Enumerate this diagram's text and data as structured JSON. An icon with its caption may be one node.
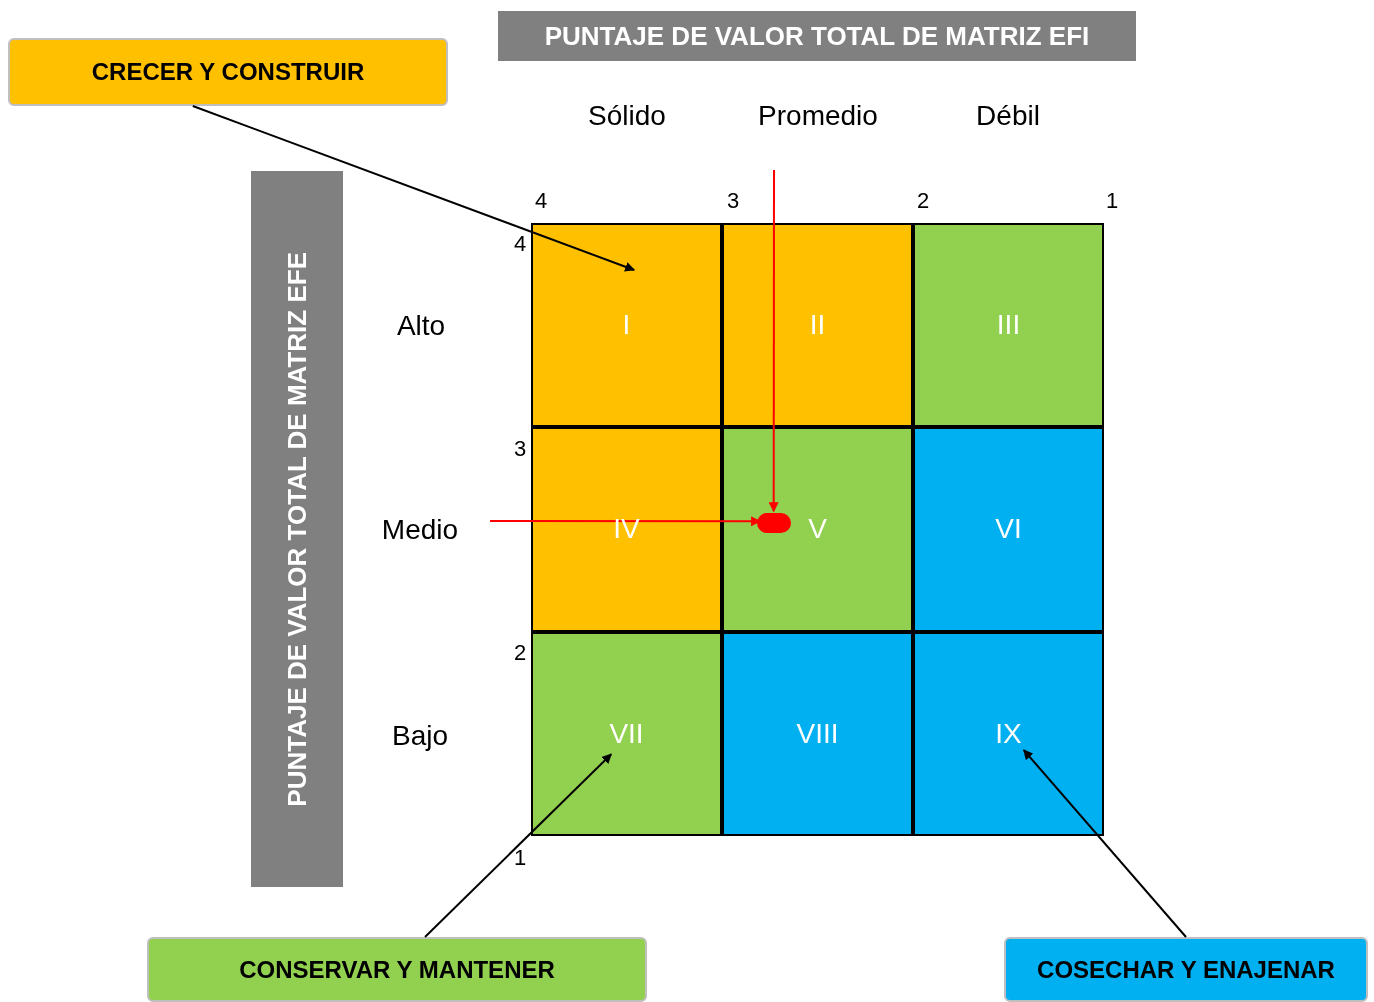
{
  "diagram": {
    "nodes": [
      {
        "text": [
          "CRECER Y CONSTRUIR"
        ]
      },
      {
        "text": [
          "PUNTAJE DE VALOR TOTAL DE MATRIZ EFI"
        ]
      },
      {
        "text": [
          "PUNTAJE DE VALOR TOTAL DE MATRIZ EFE"
        ]
      },
      {
        "text": [
          "I"
        ]
      },
      {
        "text": [
          "II"
        ]
      },
      {
        "text": [
          "III"
        ]
      },
      {
        "text": [
          "IV"
        ]
      },
      {
        "text": [
          "V"
        ]
      },
      {
        "text": [
          "VI"
        ]
      },
      {
        "text": [
          "VII"
        ]
      },
      {
        "text": [
          "VIII"
        ]
      },
      {
        "text": [
          "IX"
        ]
      },
      {
        "text": [],
        "shape": "circle",
        "in": 7
      },
      {
        "text": [
          "CONSERVAR Y MANTENER"
        ]
      },
      {
        "text": [
          "COSECHAR Y ENAJENAR"
        ]
      }
    ],
    "edges": [
      {
        "from": 0,
        "to": 3,
        "arrow": "to"
      },
      {
        "from": null,
        "to": 12,
        "arrow": "to",
        "color": "#ff0000"
      },
      {
        "from": null,
        "to": 12,
        "arrow": "to",
        "color": "#ff0000"
      },
      {
        "from": 13,
        "to": 9,
        "arrow": "to"
      },
      {
        "from": 14,
        "to": 11,
        "arrow": "to"
      }
    ],
    "labels": [
      "Sólido",
      "Promedio",
      "Débil",
      "4",
      "3",
      "2",
      "1",
      "4",
      "Alto",
      "3",
      "Medio",
      "2",
      "Bajo",
      "1"
    ]
  }
}
